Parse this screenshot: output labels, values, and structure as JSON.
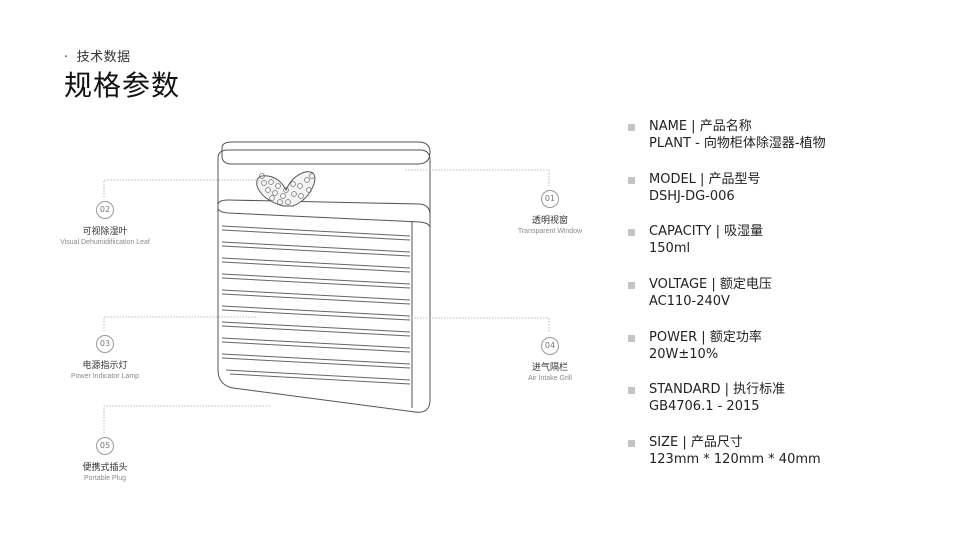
{
  "header": {
    "kicker_dot": "·",
    "kicker": "技术数据",
    "title": "规格参数"
  },
  "callouts": [
    {
      "num": "01",
      "cn": "透明视窗",
      "en": "Transparent Window"
    },
    {
      "num": "02",
      "cn": "可视除湿叶",
      "en": "Visual Dehumidifiication Leaf"
    },
    {
      "num": "03",
      "cn": "电源指示灯",
      "en": "Power Indicator Lamp"
    },
    {
      "num": "04",
      "cn": "进气隔栏",
      "en": "Air Intake Grill"
    },
    {
      "num": "05",
      "cn": "便携式插头",
      "en": "Portable Plug"
    }
  ],
  "specs": [
    {
      "label": "NAME | 产品名称",
      "value": "PLANT - 向物柜体除湿器-植物"
    },
    {
      "label": "MODEL | 产品型号",
      "value": "DSHJ-DG-006"
    },
    {
      "label": "CAPACITY | 吸湿量",
      "value": "150ml"
    },
    {
      "label": "VOLTAGE | 额定电压",
      "value": "AC110-240V"
    },
    {
      "label": "POWER | 额定功率",
      "value": "20W±10%"
    },
    {
      "label": "STANDARD | 执行标准",
      "value": "GB4706.1 - 2015"
    },
    {
      "label": "SIZE | 产品尺寸",
      "value": "123mm * 120mm * 40mm"
    }
  ],
  "colors": {
    "line": "#555555",
    "leader": "#a8a8a8",
    "bullet": "#c4c4c4"
  }
}
